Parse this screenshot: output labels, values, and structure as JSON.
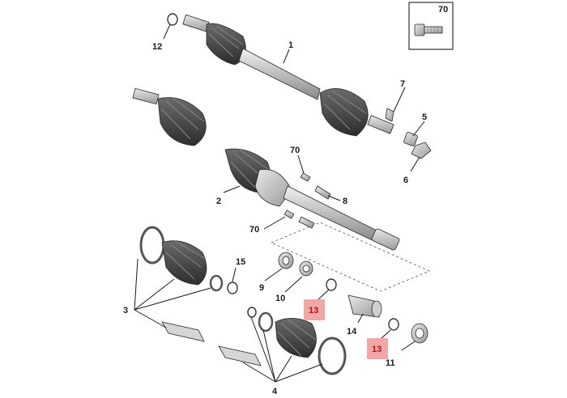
{
  "diagram": {
    "inset_callout": "70",
    "labels": {
      "p1": "1",
      "p2": "2",
      "p3": "3",
      "p4": "4",
      "p5": "5",
      "p6": "6",
      "p7": "7",
      "p8": "8",
      "p9": "9",
      "p10": "10",
      "p11": "11",
      "p12": "12",
      "p14": "14",
      "p15": "15",
      "p70a": "70",
      "p70b": "70"
    },
    "highlighted": [
      {
        "label": "13",
        "color": "#f3a6a6",
        "text_color": "#b3141b"
      },
      {
        "label": "13",
        "color": "#f3a6a6",
        "text_color": "#b3141b"
      }
    ]
  }
}
